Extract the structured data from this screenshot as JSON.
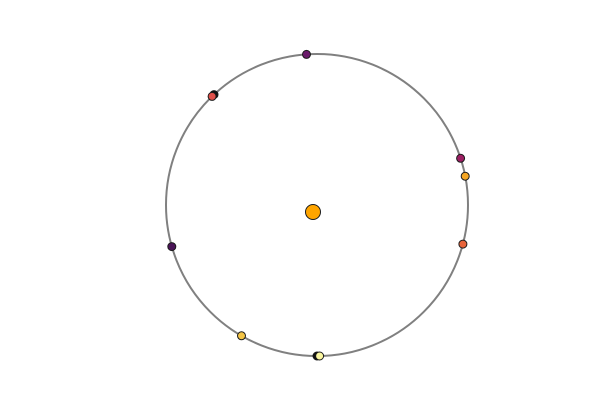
{
  "diagram": {
    "type": "orbit",
    "orbit_color": "#808080",
    "center_body": {
      "color": "#ffa500"
    },
    "bodies": [
      {
        "id": "b1",
        "angle_deg": 94,
        "color": "#6a1b6a"
      },
      {
        "id": "b2",
        "angle_deg": 133,
        "color": "#111111"
      },
      {
        "id": "b3",
        "angle_deg": 134,
        "color": "#e0504a"
      },
      {
        "id": "b4",
        "angle_deg": 18,
        "color": "#9c1f63"
      },
      {
        "id": "b5",
        "angle_deg": 11,
        "color": "#f5a623"
      },
      {
        "id": "b6",
        "angle_deg": 345,
        "color": "#e8643a"
      },
      {
        "id": "b7",
        "angle_deg": 196,
        "color": "#4a1457"
      },
      {
        "id": "b8",
        "angle_deg": 240,
        "color": "#f3c445"
      },
      {
        "id": "b9",
        "angle_deg": 270,
        "color": "#111111"
      },
      {
        "id": "b10",
        "angle_deg": 271,
        "color": "#fbf7a0"
      }
    ]
  }
}
